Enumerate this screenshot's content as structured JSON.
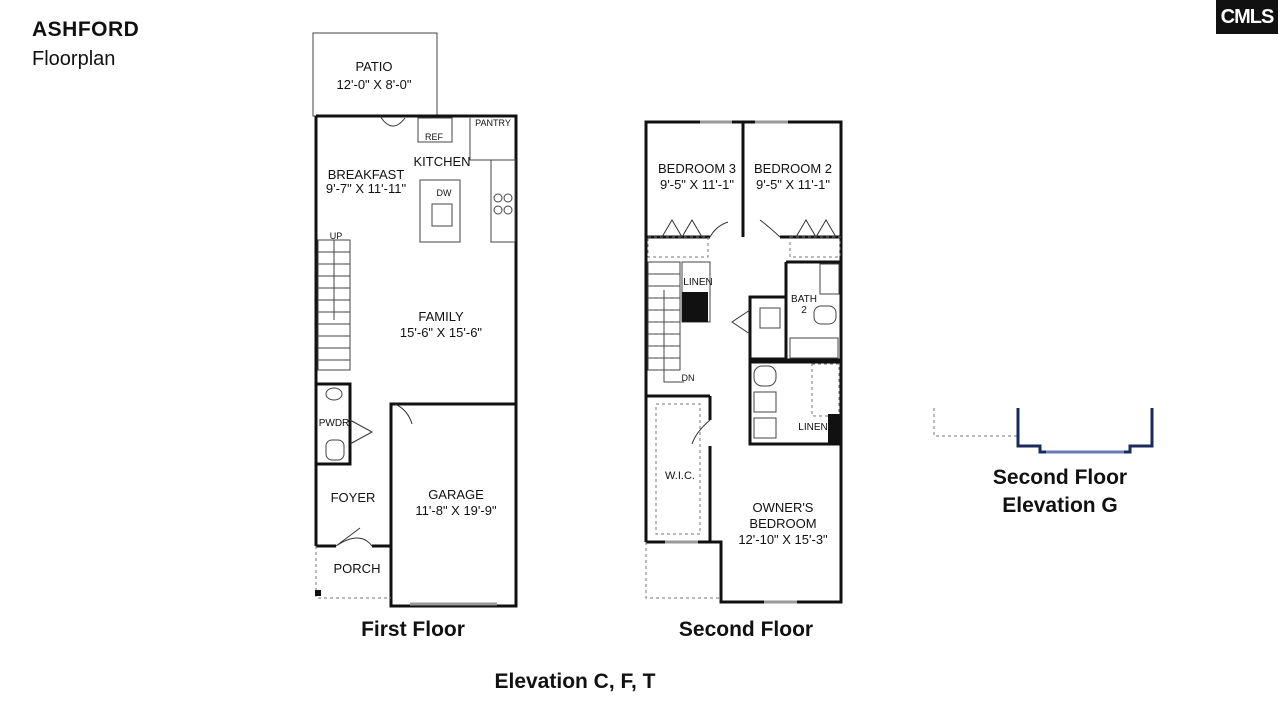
{
  "header": {
    "title": "ASHFORD",
    "subtitle": "Floorplan",
    "logo_text": "CMLS"
  },
  "first_floor": {
    "caption": "First Floor",
    "rooms": {
      "patio": {
        "name": "PATIO",
        "dims": "12'-0\" X 8'-0\""
      },
      "breakfast": {
        "name": "BREAKFAST",
        "dims": "9'-7\" X 11'-11\""
      },
      "kitchen": {
        "name": "KITCHEN"
      },
      "ref": "REF",
      "pantry": "PANTRY",
      "dw": "DW",
      "up": "UP",
      "family": {
        "name": "FAMILY",
        "dims": "15'-6\" X 15'-6\""
      },
      "pwdr": "PWDR",
      "foyer": "FOYER",
      "garage": {
        "name": "GARAGE",
        "dims": "11'-8\" X 19'-9\""
      },
      "porch": "PORCH"
    }
  },
  "second_floor": {
    "caption": "Second Floor",
    "rooms": {
      "bedroom3": {
        "name": "BEDROOM 3",
        "dims": "9'-5\" X 11'-1\""
      },
      "bedroom2": {
        "name": "BEDROOM 2",
        "dims": "9'-5\" X 11'-1\""
      },
      "linen1": "LINEN",
      "bath2_line1": "BATH",
      "bath2_line2": "2",
      "dn": "DN",
      "wic": "W.I.C.",
      "linen2": "LINEN",
      "owners": {
        "line1": "OWNER'S",
        "line2": "BEDROOM",
        "dims": "12'-10\" X 15'-3\""
      }
    }
  },
  "elevation_caption": "Elevation C, F, T",
  "second_floor_elevation_g": {
    "line1": "Second Floor",
    "line2": "Elevation G"
  }
}
